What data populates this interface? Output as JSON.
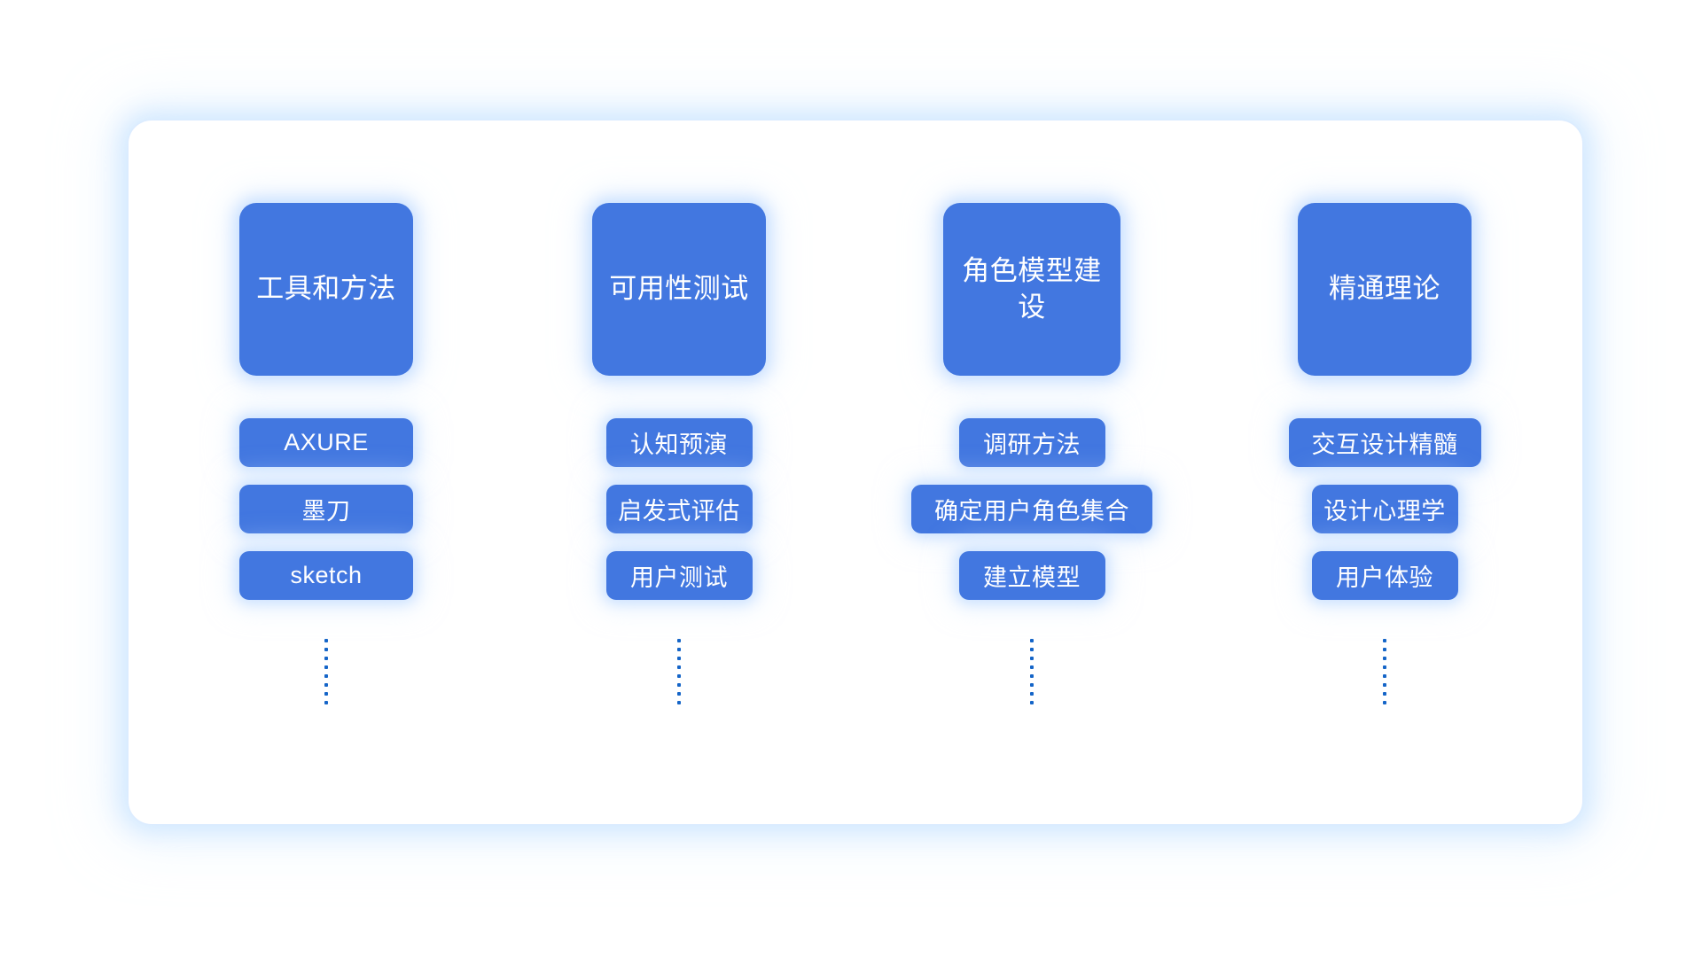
{
  "panel": {
    "background_color": "#ffffff",
    "glow_color": "#cde5ff",
    "accent_color": "#4277e0",
    "dot_color": "#1565c8",
    "text_color": "#ffffff"
  },
  "columns": [
    {
      "header": "工具和方法",
      "items": [
        "AXURE",
        "墨刀",
        "sketch"
      ],
      "ellipsis_dots": 8
    },
    {
      "header": "可用性测试",
      "items": [
        "认知预演",
        "启发式评估",
        "用户测试"
      ],
      "ellipsis_dots": 8
    },
    {
      "header": "角色模型建设",
      "items": [
        "调研方法",
        "确定用户角色集合",
        "建立模型"
      ],
      "ellipsis_dots": 8
    },
    {
      "header": "精通理论",
      "items": [
        "交互设计精髓",
        "设计心理学",
        "用户体验"
      ],
      "ellipsis_dots": 8
    }
  ]
}
